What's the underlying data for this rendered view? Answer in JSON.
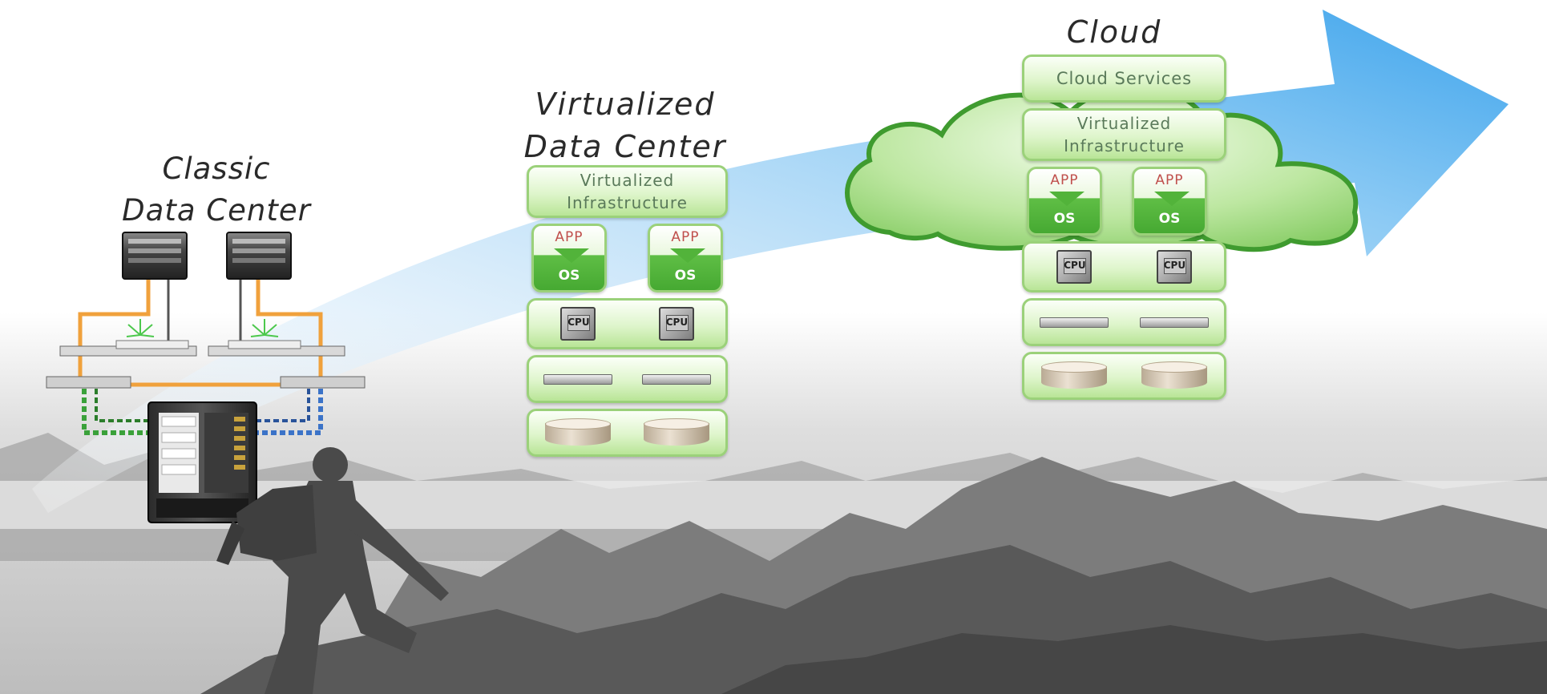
{
  "headings": {
    "classic": [
      "Classic",
      "Data Center"
    ],
    "virtualized": [
      "Virtualized",
      "Data Center"
    ],
    "cloud": "Cloud"
  },
  "virtualized_stack": {
    "infrastructure": "Virtualized Infrastructure",
    "vms": [
      {
        "app": "APP",
        "os": "OS"
      },
      {
        "app": "APP",
        "os": "OS"
      }
    ],
    "cpus": [
      "CPU",
      "CPU"
    ]
  },
  "cloud_stack": {
    "services": "Cloud Services",
    "infrastructure": "Virtualized Infrastructure",
    "vms": [
      {
        "app": "APP",
        "os": "OS"
      },
      {
        "app": "APP",
        "os": "OS"
      }
    ],
    "cpus": [
      "CPU",
      "CPU"
    ]
  },
  "colors": {
    "arrow": "#4fb0ef",
    "cloud_fill": "#9bd87a",
    "cloud_outline": "#3f9b2f",
    "box_border": "#9bd17a",
    "os_green": "#46a932",
    "app_red": "#c0504d",
    "cable_orange": "#f0a13c",
    "cable_green": "#3aa13a",
    "cable_blue": "#3b73c8"
  },
  "icons": [
    "storage-array-icon",
    "network-switch-icon",
    "blade-server-rack-icon",
    "cpu-icon",
    "disk-icon",
    "cloud-icon",
    "progress-arrow-icon",
    "hiker-silhouette"
  ]
}
